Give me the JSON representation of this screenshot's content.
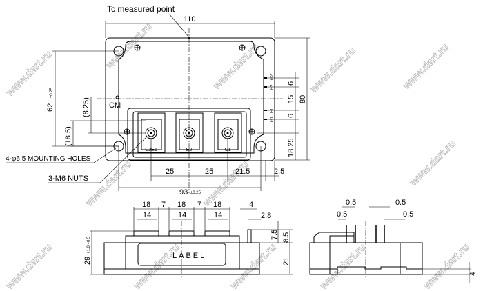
{
  "title": "Tc measured point",
  "top_view": {
    "dim_width": "110",
    "dim_height": "80",
    "dim_62": "62",
    "dim_62_tol": "±0.25",
    "dim_825": "(8.25)",
    "dim_185": "(18.5)",
    "dim_93": "93",
    "dim_93_tol": "±0.25",
    "bottom_dims": [
      "25",
      "25",
      "21.5",
      "2.5"
    ],
    "right_dims": [
      "6",
      "15",
      "6",
      "18.25"
    ],
    "cm_label": "CM",
    "terminals": [
      "C2E1",
      "E2",
      "C1"
    ],
    "pins": [
      "G2",
      "E2",
      "E1",
      "G1"
    ],
    "mounting_holes": "4-φ6.5 MOUNTING HOLES",
    "nuts": "3-M6 NUTS"
  },
  "front_view": {
    "label": "LABEL",
    "top_dims": [
      "18",
      "7",
      "18",
      "7",
      "18"
    ],
    "inner_dims": [
      "14",
      "14",
      "14"
    ],
    "dim_4": "4",
    "dim_28": "2.8",
    "dim_75": "7.5",
    "dim_85": "8.5",
    "dim_21": "21",
    "dim_29": "29",
    "dim_29_tol": "+1.0 −0.5"
  },
  "side_view": {
    "dims_05": [
      "0.5",
      "0.5",
      "0.5",
      "0.5"
    ],
    "dim_4": "4"
  },
  "watermark": "www.dart.ru"
}
